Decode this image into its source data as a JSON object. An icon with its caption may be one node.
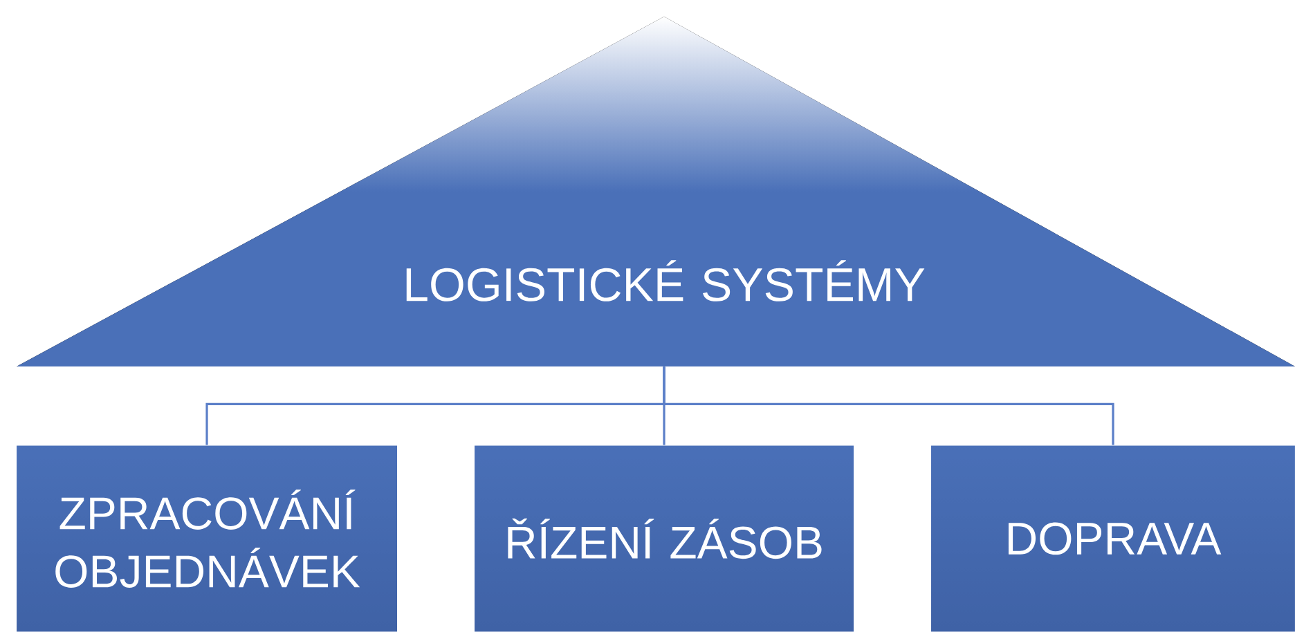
{
  "diagram": {
    "nodes": [
      {
        "text": [
          "LOGISTICKÉ SYSTÉMY"
        ]
      },
      {
        "text": [
          "ZPRACOVÁNÍ OBJEDNÁVEK"
        ]
      },
      {
        "text": [
          "ŘÍZENÍ ZÁSOB"
        ]
      },
      {
        "text": [
          "DOPRAVA"
        ]
      }
    ],
    "edges": [
      {
        "from": 0,
        "to": 1,
        "arrow": "none"
      },
      {
        "from": 0,
        "to": 2,
        "arrow": "none"
      },
      {
        "from": 0,
        "to": 3,
        "arrow": "none"
      }
    ]
  }
}
